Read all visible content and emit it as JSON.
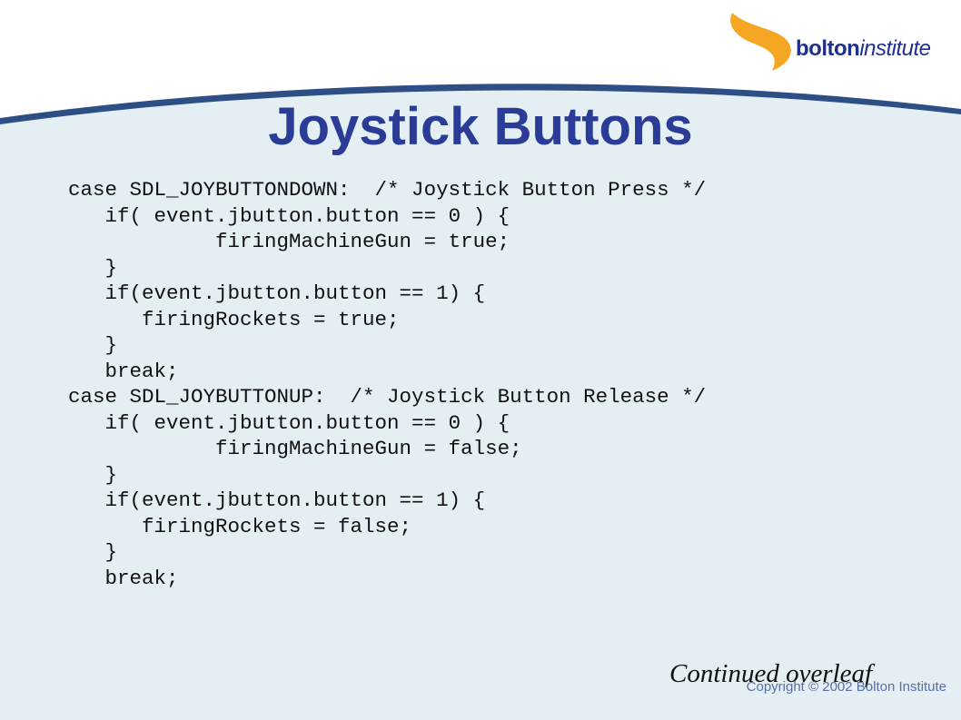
{
  "logo": {
    "text_bold": "bolton",
    "text_italic": "institute"
  },
  "title": "Joystick Buttons",
  "code_lines": [
    "case SDL_JOYBUTTONDOWN:  /* Joystick Button Press */",
    "   if( event.jbutton.button == 0 ) {",
    "            firingMachineGun = true;",
    "   }",
    "   if(event.jbutton.button == 1) {",
    "      firingRockets = true;",
    "   }",
    "   break;",
    "case SDL_JOYBUTTONUP:  /* Joystick Button Release */",
    "   if( event.jbutton.button == 0 ) {",
    "            firingMachineGun = false;",
    "   }",
    "   if(event.jbutton.button == 1) {",
    "      firingRockets = false;",
    "   }",
    "   break;"
  ],
  "footer": {
    "continued": "Continued overleaf",
    "copyright": "Copyright © 2002 Bolton Institute"
  },
  "colors": {
    "title": "#2b3c96",
    "background_panel": "#e4eff4",
    "swoosh": "#2e4f86",
    "logo_orange": "#f5a623",
    "logo_text": "#1f2f8c"
  }
}
